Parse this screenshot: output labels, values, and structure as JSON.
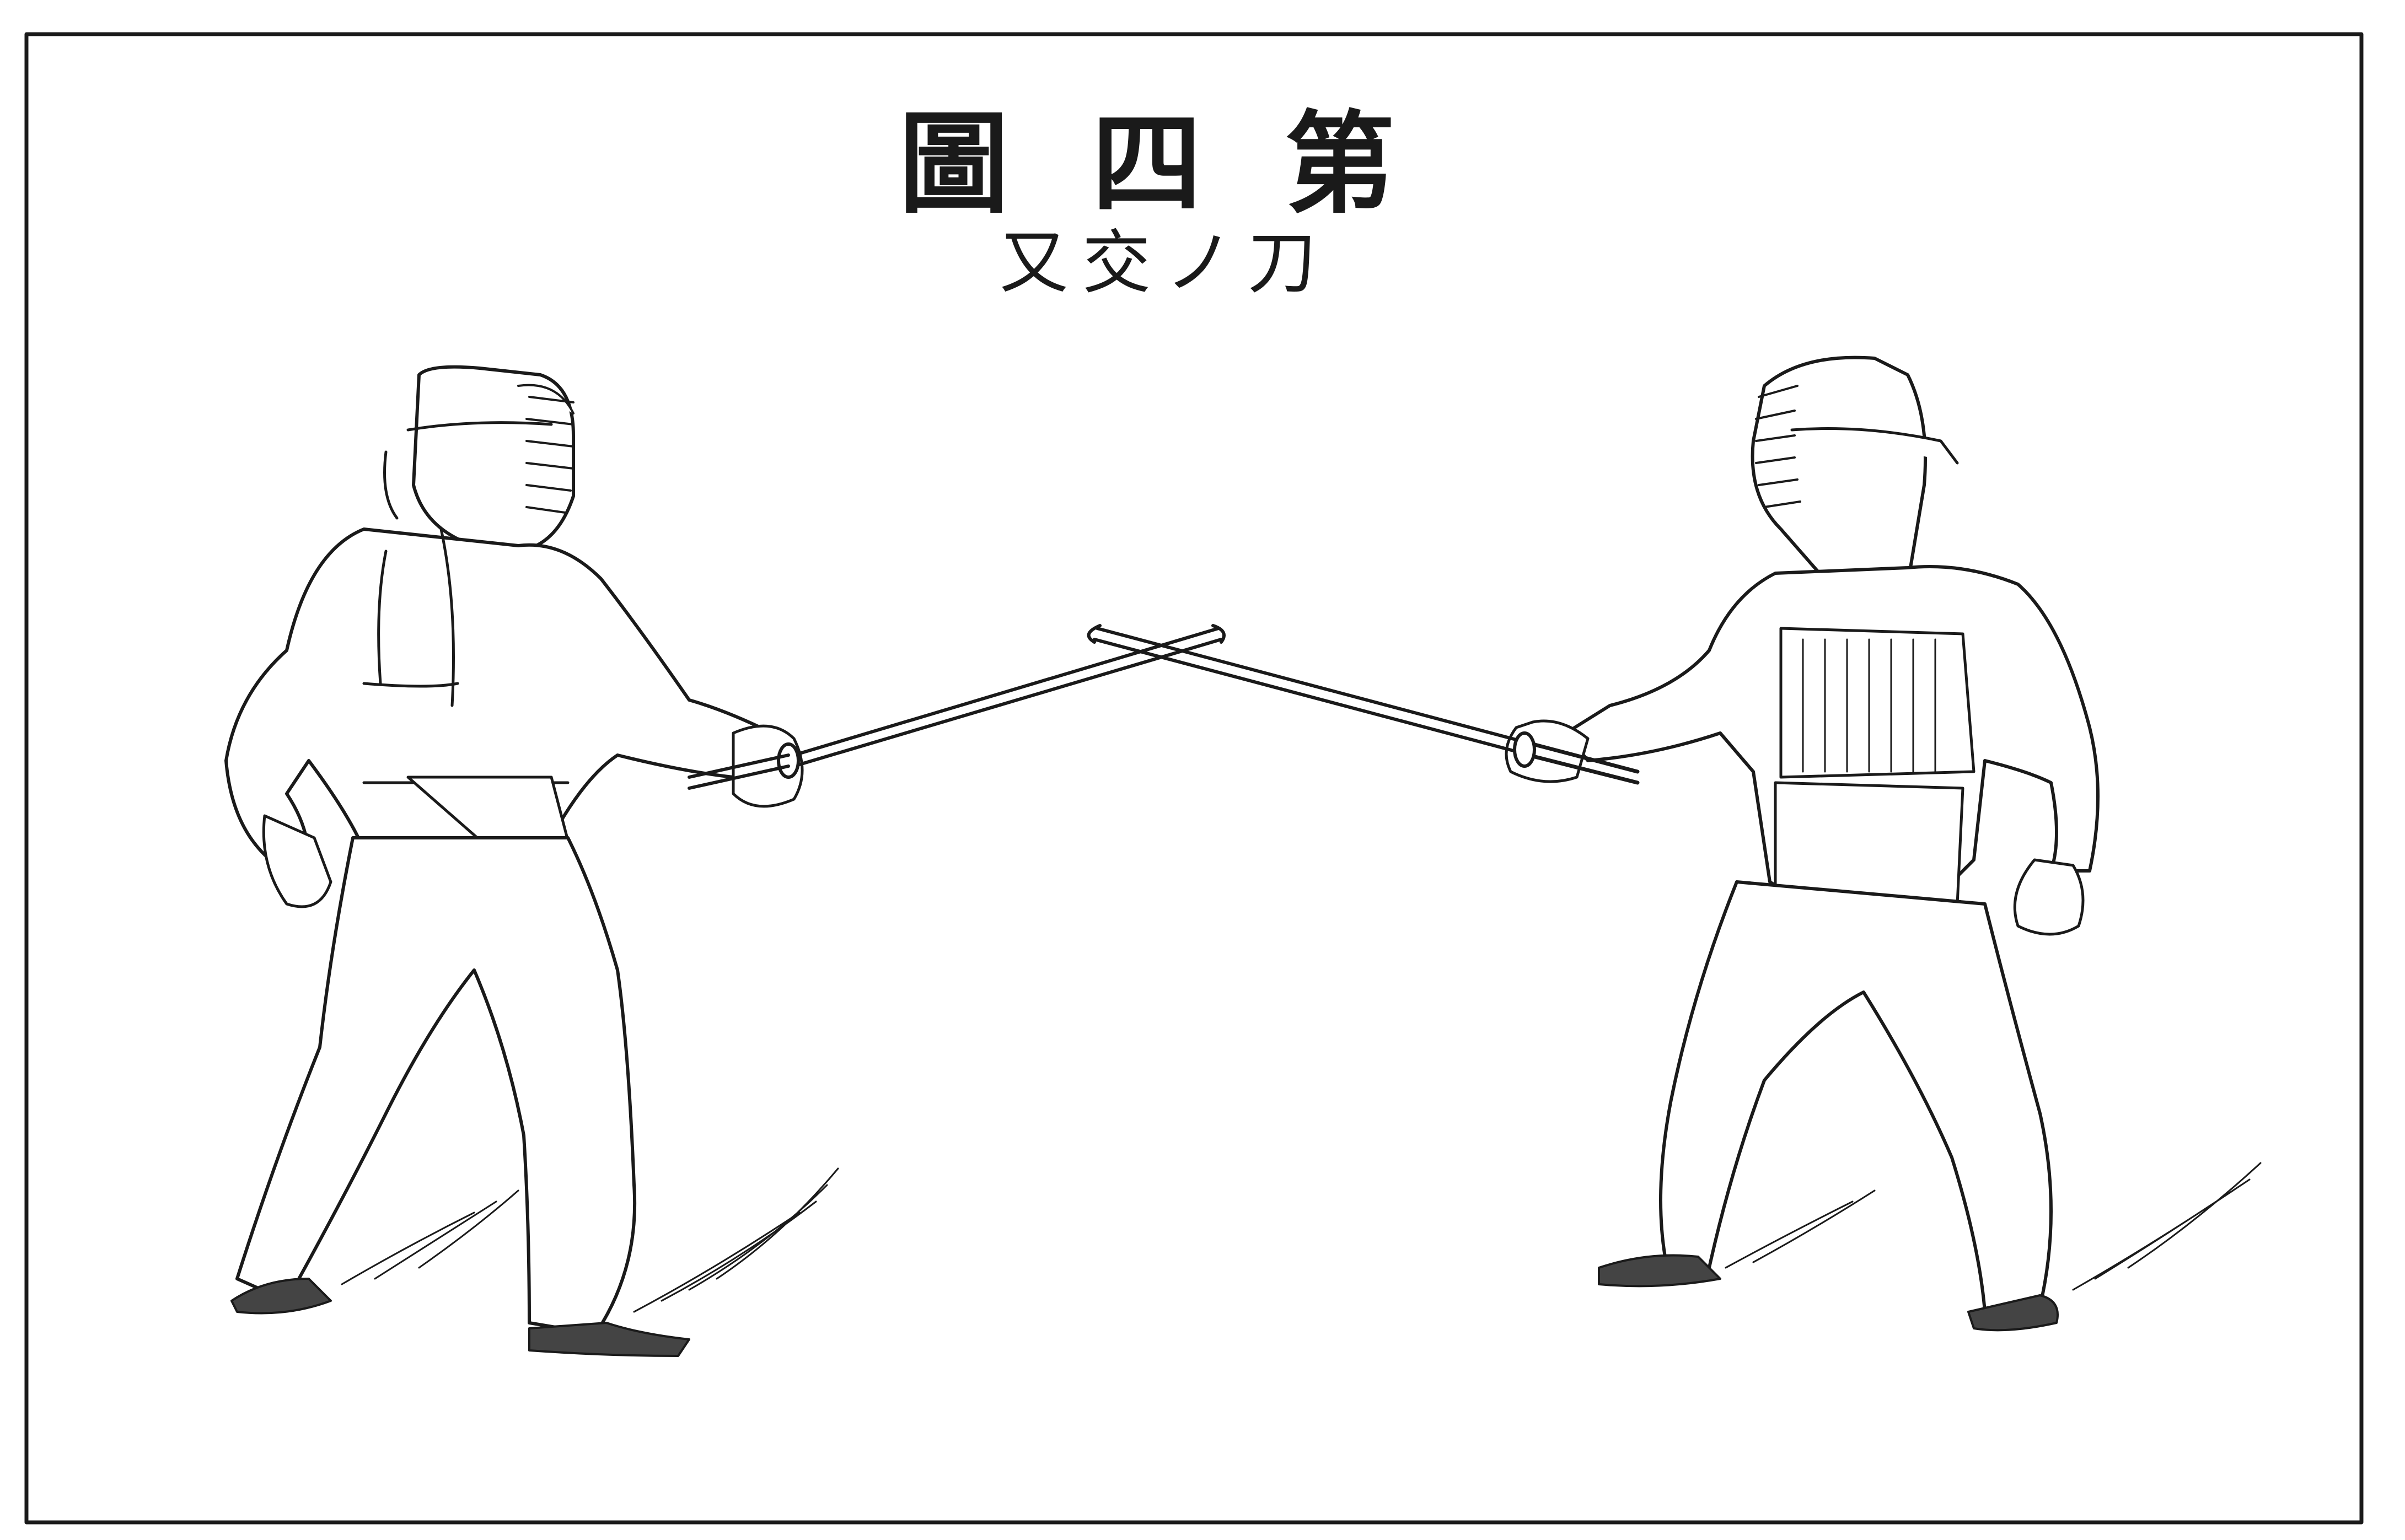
{
  "illustration": {
    "title": [
      "圖",
      "四",
      "第"
    ],
    "caption": [
      "又",
      "交",
      "ノ",
      "刀"
    ]
  },
  "colors": {
    "ink": "#1a1a1a",
    "paper": "#ffffff"
  }
}
